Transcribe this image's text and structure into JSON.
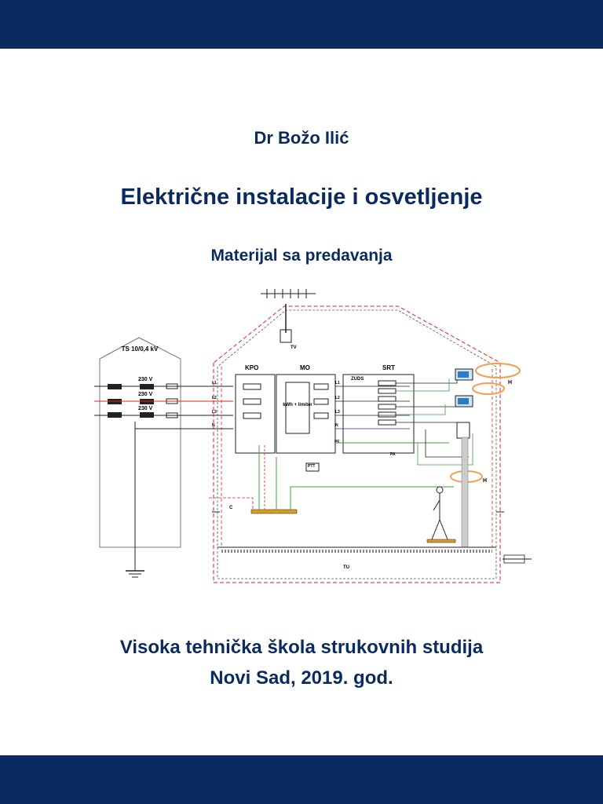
{
  "colors": {
    "band": "#0b2a5f",
    "text": "#0b2a5f",
    "wire_red": "#e02020",
    "wire_green": "#3aa13a",
    "wire_black": "#222222",
    "ring": "#f0a050"
  },
  "cover": {
    "author": "Dr Božo Ilić",
    "title": "Električne instalacije i osvetljenje",
    "subtitle": "Materijal sa predavanja",
    "institution_line1": "Visoka tehnička škola strukovnih studija",
    "institution_line2": "Novi Sad, 2019. god."
  },
  "diagram": {
    "transformer": "TS 10/0,4 kV",
    "voltage": "230 V",
    "kpo": "KPO",
    "mo": "MO",
    "srt": "SRT",
    "zuds": "ZUDS",
    "meter": "kWh + limiter",
    "tv": "TV",
    "ptt": "PTT",
    "l1": "L1",
    "l2": "L2",
    "l3": "L3",
    "n": "N",
    "pe": "PE",
    "pa": "PA",
    "c": "C",
    "h": "H",
    "tu": "TU"
  }
}
